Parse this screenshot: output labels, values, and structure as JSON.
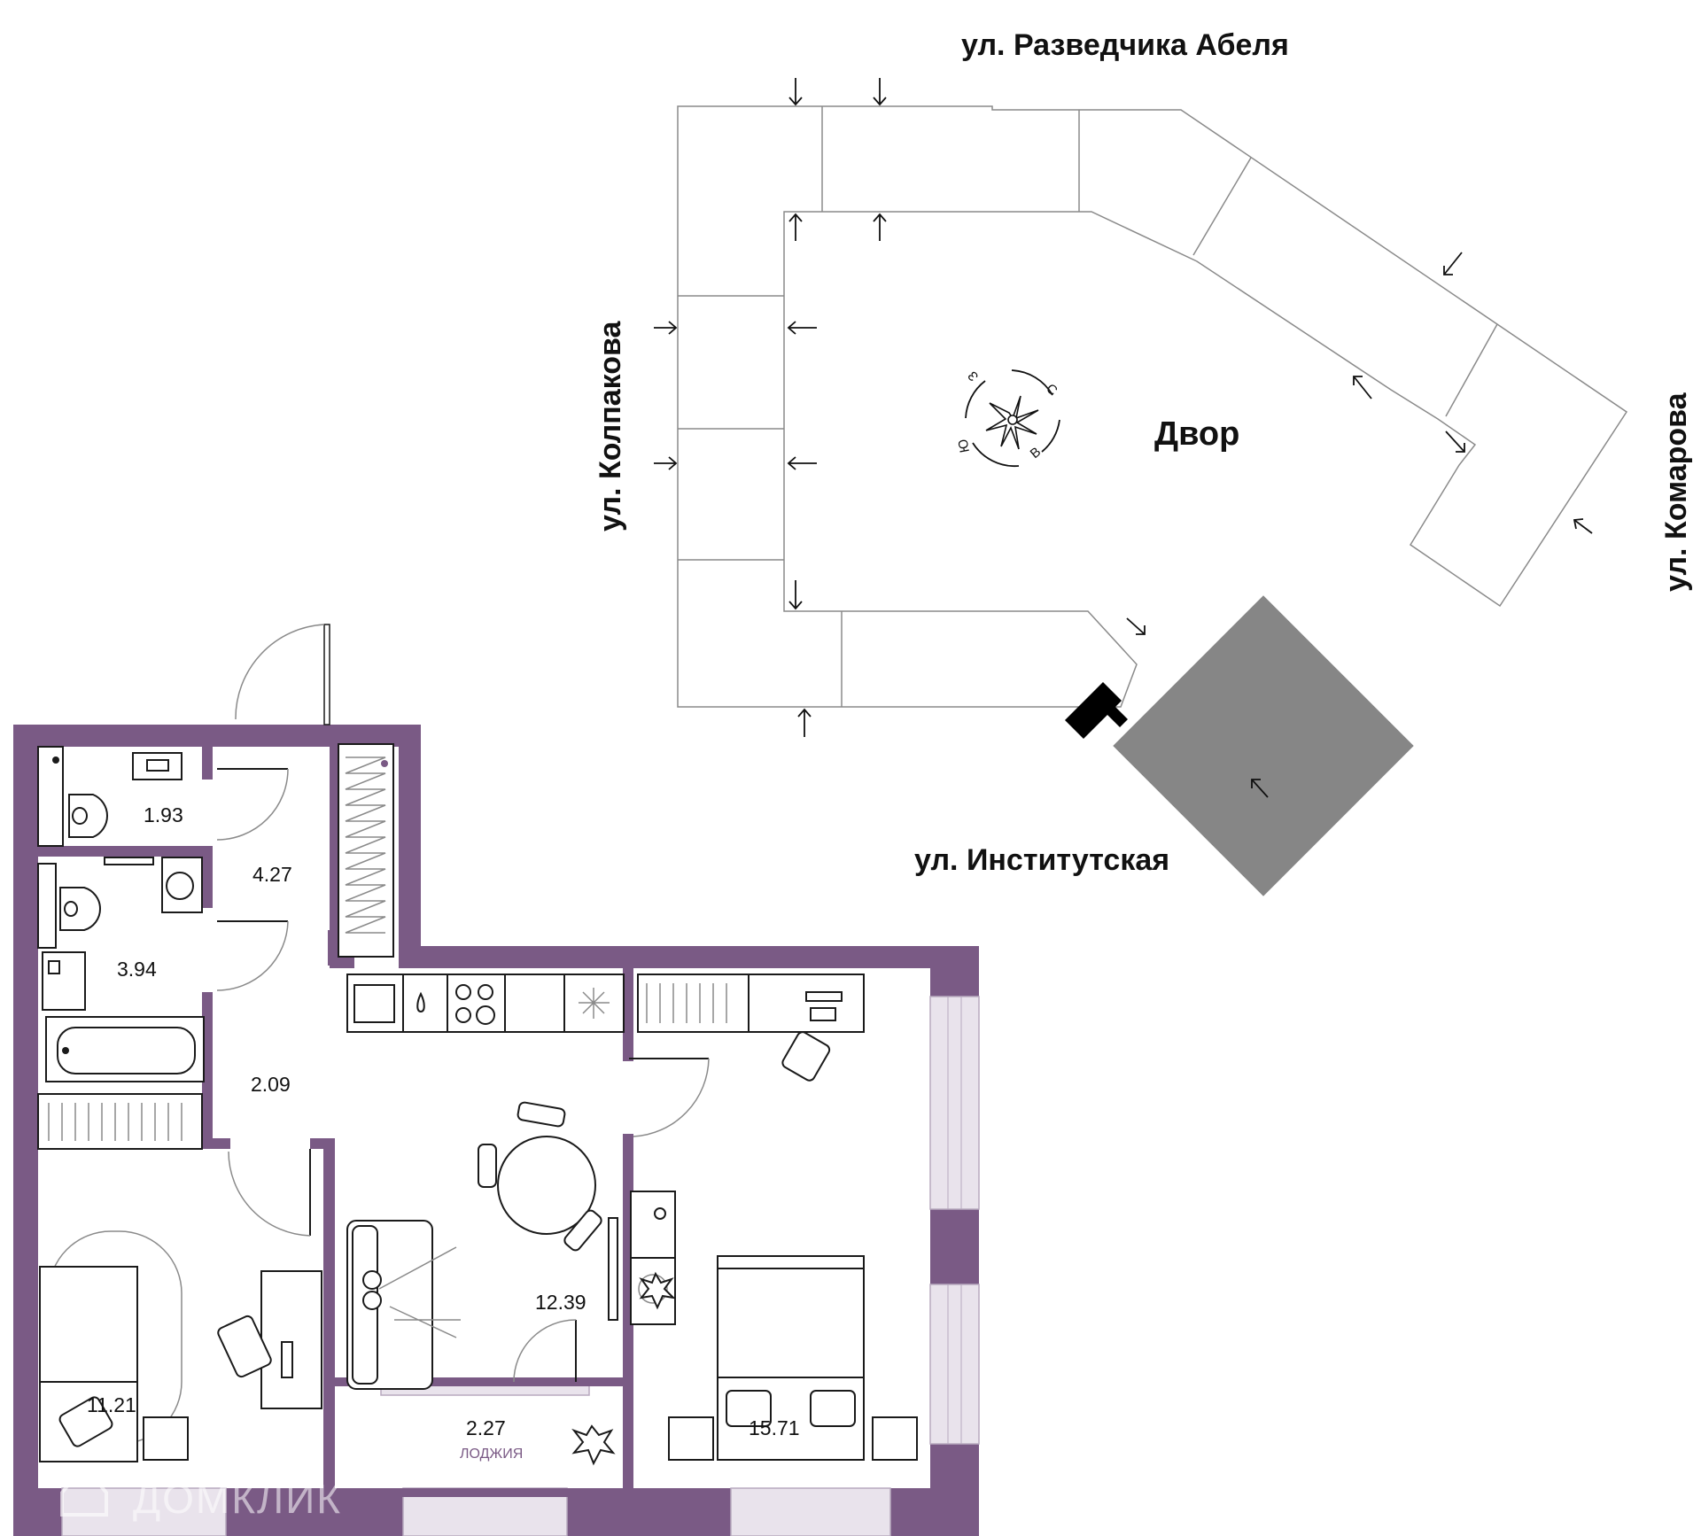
{
  "colors": {
    "wall": "#7a5a85",
    "window": "#e9e3ec",
    "building_outline": "#8a8a8a",
    "highlight_section": "#868686",
    "current_section": "#000000",
    "loggia_label": "#7a5a85"
  },
  "site_plan": {
    "streets": {
      "top": "ул. Разведчика Абеля",
      "left": "ул. Колпакова",
      "right": "ул. Комарова",
      "bottom": "ул. Институтская"
    },
    "yard_label": "Двор",
    "compass": {
      "icon": "compass-rose-icon",
      "north": "С",
      "south": "Ю",
      "east": "В",
      "west": "З"
    }
  },
  "floor_plan": {
    "rooms": [
      {
        "id": "wc",
        "area": "1.93"
      },
      {
        "id": "hall",
        "area": "4.27"
      },
      {
        "id": "bathroom",
        "area": "3.94"
      },
      {
        "id": "corridor",
        "area": "2.09"
      },
      {
        "id": "bedroom-left",
        "area": "11.21"
      },
      {
        "id": "kitchen-living",
        "area": "12.39"
      },
      {
        "id": "bedroom-right",
        "area": "15.71"
      },
      {
        "id": "loggia",
        "area": "2.27",
        "label": "ЛОДЖИЯ"
      }
    ],
    "watermark": "ДОМКЛИК"
  }
}
